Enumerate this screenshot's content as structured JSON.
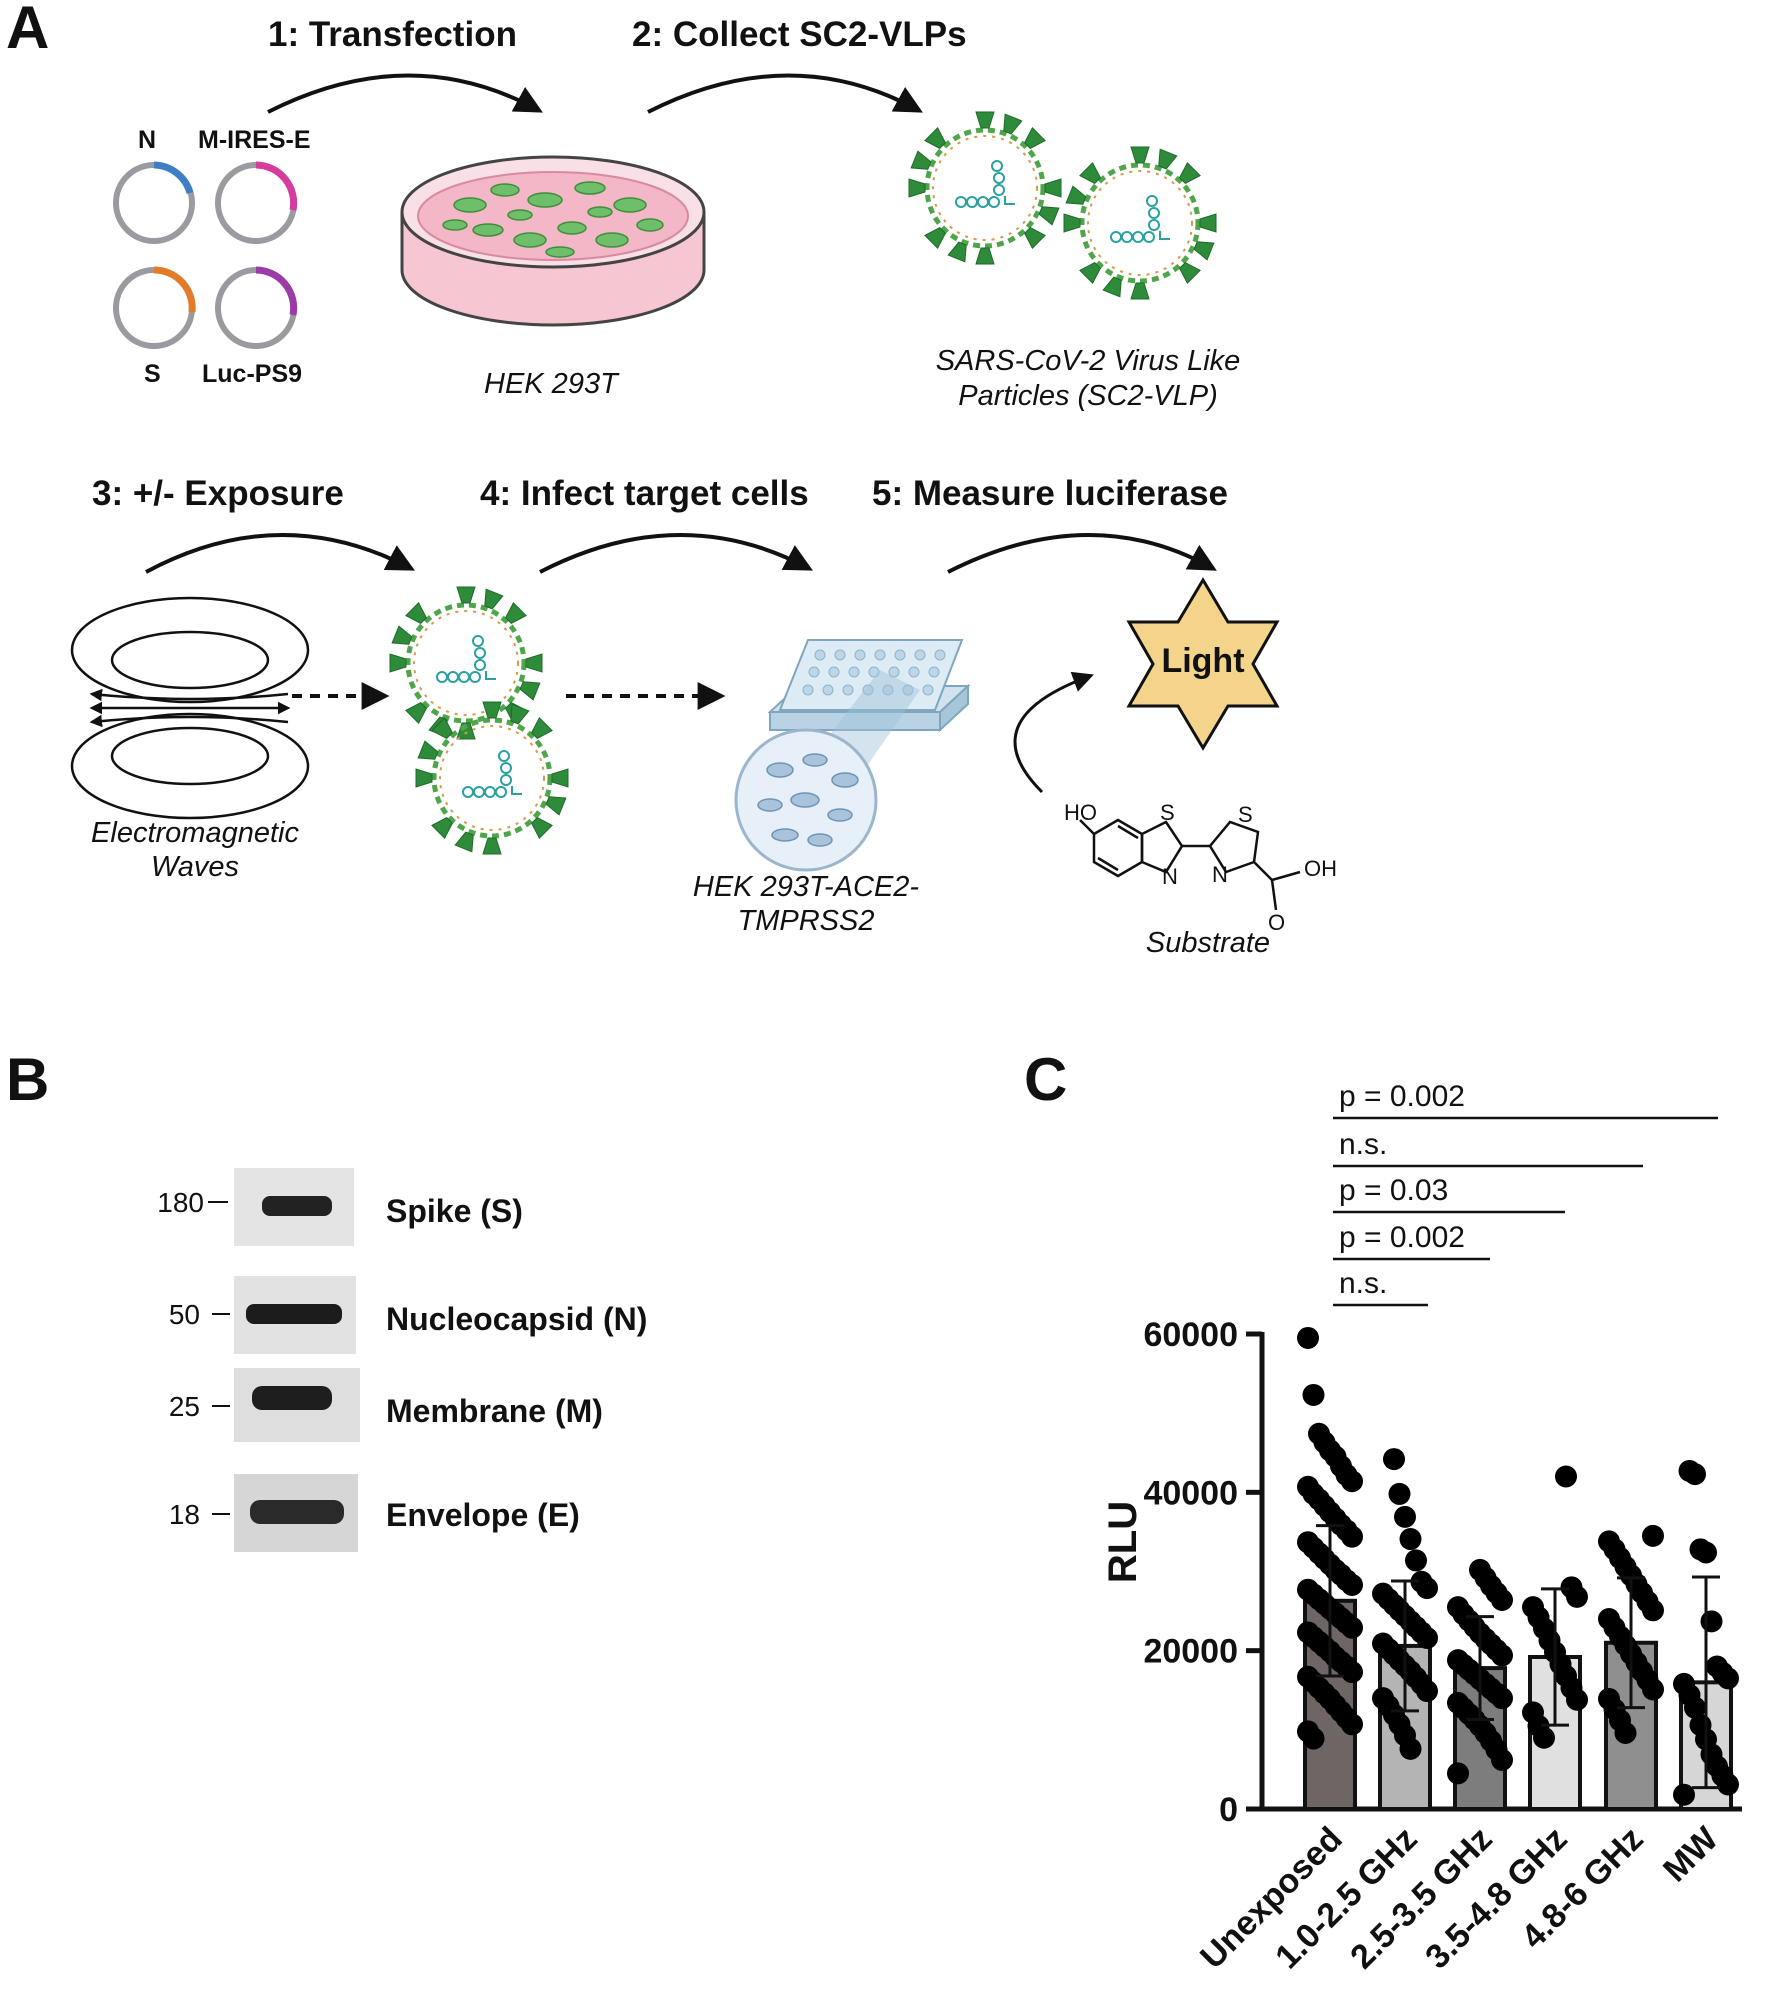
{
  "panels": {
    "a": "A",
    "b": "B",
    "c": "C"
  },
  "steps": {
    "s1": "1: Transfection",
    "s2": "2: Collect SC2-VLPs",
    "s3": "3: +/-  Exposure",
    "s4": "4: Infect target cells",
    "s5": "5: Measure luciferase"
  },
  "plasmids": {
    "n": "N",
    "mie": "M-IRES-E",
    "s": "S",
    "luc": "Luc-PS9"
  },
  "plasmid_colors": {
    "n": "#3d7ec4",
    "mie": "#d63b9e",
    "s": "#e27b2a",
    "luc": "#9a3ba8"
  },
  "labels": {
    "hek": "HEK 293T",
    "vlp_line1": "SARS-CoV-2 Virus Like",
    "vlp_line2": "Particles (SC2-VLP)",
    "em_line1": "Electromagnetic",
    "em_line2": "Waves",
    "target_line1": "HEK 293T-ACE2-",
    "target_line2": "TMPRSS2",
    "light": "Light",
    "substrate": "Substrate"
  },
  "chem": {
    "ho": "HO",
    "s1": "S",
    "s2": "S",
    "n1": "N",
    "n2": "N",
    "oh": "OH",
    "o": "O"
  },
  "western": [
    {
      "mw": "180",
      "protein": "Spike (S)"
    },
    {
      "mw": "50",
      "protein": "Nucleocapsid (N)"
    },
    {
      "mw": "25",
      "protein": "Membrane (M)"
    },
    {
      "mw": "18",
      "protein": "Envelope (E)"
    }
  ],
  "chart_data": {
    "type": "bar",
    "ylabel": "RLU",
    "ylim": [
      0,
      60000
    ],
    "yticks": [
      "0",
      "20000",
      "40000",
      "60000"
    ],
    "categories": [
      "Unexposed",
      "1.0-2.5 GHz",
      "2.5-3.5 GHz",
      "3.5-4.8 GHz",
      "4.8-6 GHz",
      "MW"
    ],
    "values": [
      26300,
      20600,
      17800,
      19200,
      21000,
      16000
    ],
    "sd": [
      9500,
      8200,
      6500,
      8600,
      8200,
      13300
    ],
    "bar_colors": [
      "#6e6565",
      "#b4b4b4",
      "#7d7d7d",
      "#e0e0e0",
      "#8f8f8f",
      "#d6d6d6"
    ],
    "points": [
      [
        59500,
        52300,
        47400,
        46300,
        45300,
        44500,
        43300,
        42200,
        41400,
        40700,
        39800,
        39100,
        38300,
        37500,
        36700,
        35900,
        35200,
        34400,
        33700,
        33000,
        32300,
        31600,
        30900,
        30200,
        29600,
        28900,
        28300,
        27700,
        27100,
        26500,
        25900,
        25300,
        24700,
        24100,
        23500,
        22900,
        22300,
        21700,
        21100,
        20500,
        19900,
        19200,
        18600,
        18000,
        17300,
        16700,
        16000,
        15300,
        14600,
        13900,
        13100,
        12300,
        11500,
        10700,
        9800,
        8900
      ],
      [
        44200,
        39800,
        36900,
        34100,
        31400,
        28700,
        27900,
        27200,
        26500,
        25800,
        25100,
        24400,
        23700,
        23000,
        22300,
        21600,
        20900,
        20200,
        19500,
        18800,
        18100,
        17400,
        16600,
        15800,
        14900,
        14000,
        13000,
        11900,
        10700,
        9300,
        7600
      ],
      [
        30200,
        29200,
        28200,
        27300,
        26400,
        25500,
        24600,
        23800,
        23000,
        22200,
        21500,
        20800,
        20100,
        19400,
        18800,
        18200,
        17600,
        17000,
        16400,
        15800,
        15200,
        14600,
        14000,
        13400,
        12700,
        12000,
        11300,
        10500,
        9600,
        8600,
        7500,
        6200,
        4500
      ],
      [
        42000,
        28000,
        26800,
        25500,
        24200,
        22800,
        21300,
        19800,
        18300,
        16800,
        15300,
        13800,
        12200,
        10500,
        9000
      ],
      [
        34500,
        33800,
        32800,
        31700,
        30600,
        29500,
        28400,
        27300,
        26200,
        25100,
        24000,
        22900,
        21800,
        20700,
        19600,
        18500,
        17400,
        16300,
        15100,
        13900,
        12600,
        11200,
        9600
      ],
      [
        42700,
        42300,
        32800,
        32400,
        23700,
        18000,
        17200,
        16500,
        15800,
        14400,
        12800,
        10600,
        8800,
        6900,
        5400,
        4200,
        3100,
        1800
      ]
    ],
    "comparisons": [
      {
        "label": "n.s.",
        "from": 0,
        "to": 1
      },
      {
        "label": "p = 0.002",
        "from": 0,
        "to": 2
      },
      {
        "label": "p = 0.03",
        "from": 0,
        "to": 3
      },
      {
        "label": "n.s.",
        "from": 0,
        "to": 4
      },
      {
        "label": "p = 0.002",
        "from": 0,
        "to": 5
      }
    ]
  }
}
